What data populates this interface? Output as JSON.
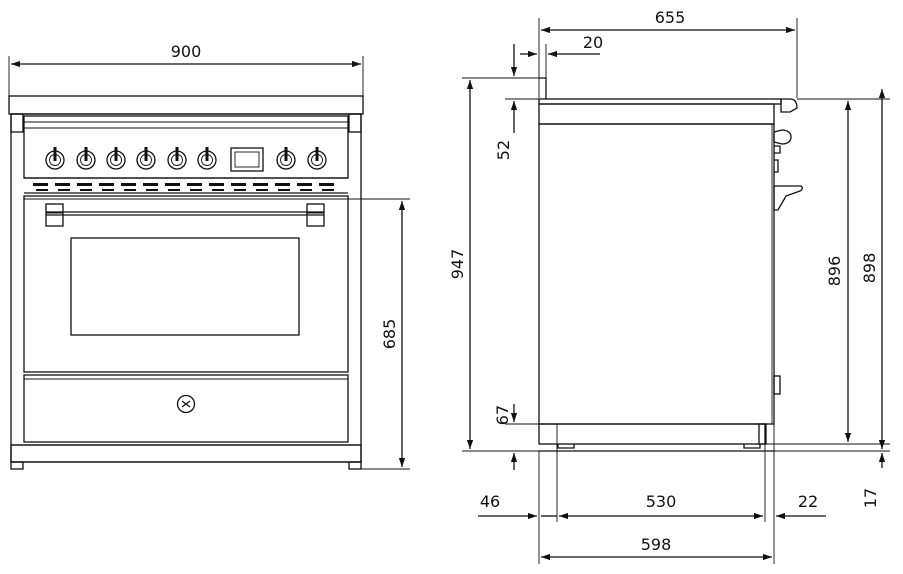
{
  "front_view": {
    "width": "900",
    "door_height": "685"
  },
  "side_view": {
    "depth_top": "655",
    "backguard_offset": "20",
    "backguard_height": "52",
    "total_height": "947",
    "body_height": "896",
    "height_with_legs": "898",
    "plinth_height": "67",
    "foot_height": "17",
    "rear_offset": "46",
    "body_depth": "530",
    "door_offset": "22",
    "total_depth": "598"
  }
}
